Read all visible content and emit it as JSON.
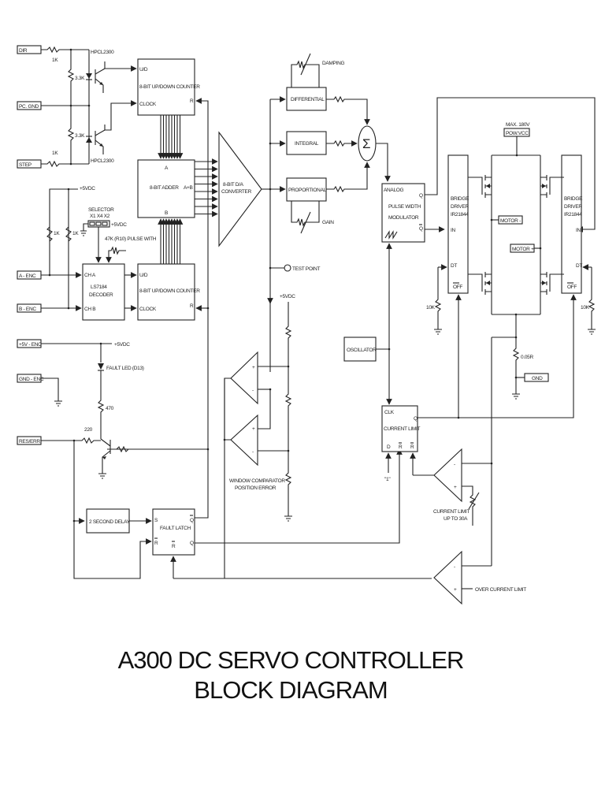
{
  "title": {
    "line1": "A300 DC SERVO CONTROLLER",
    "line2": "BLOCK DIAGRAM"
  },
  "terminals": {
    "dir": "DIR",
    "pc_gnd": "PC. GND",
    "step": "STEP",
    "a_enc": "A - ENC",
    "b_enc": "B - ENC",
    "plus5v_enc": "+5V - ENC",
    "gnd_enc": "GND - ENC",
    "res_err": "RES/ERR",
    "motor_minus": "MOTOR -",
    "motor_plus": "MOTOR +",
    "gnd": "GND",
    "pow_vcc": "POW.VCC"
  },
  "components": {
    "r_dir": "1K",
    "r_step": "1K",
    "r_33k_top": "3.3K",
    "r_33k_bot": "3.3K",
    "opto_top": "HPCL2300",
    "opto_bot": "HPCL2300",
    "r_1k_a": "1K",
    "r_1k_b": "1K",
    "supply_5v": "+5VDC",
    "selector_label": "SELECTOR",
    "selector_opts": "X1  X4  X2",
    "pulse_width": "47K (R10) PULSE WITH",
    "fault_led": "FAULT LED (D13)",
    "r_470": "470",
    "r_220": "220",
    "damping": "DAMPING",
    "gain": "GAIN",
    "test_point": "TEST POINT",
    "window_comp_1": "WINDOW COMPARATOR",
    "window_comp_2": "POSITION ERROR",
    "max_voltage": "MAX. 180V",
    "r_10k_left": "10K",
    "r_10k_right": "10K",
    "r_shunt": "0.05R",
    "one_input": "\"1\"",
    "current_limit_1": "CURRENT LIMIT",
    "current_limit_2": "UP TO 30A",
    "over_current": "OVER CURRENT LIMIT"
  },
  "blocks": {
    "counter_top": {
      "title": "8-BIT UP/DOWN COUNTER",
      "ud": "U/D",
      "clock": "CLOCK",
      "r": "R"
    },
    "adder": {
      "title": "8-BIT ADDER",
      "a": "A",
      "b": "B",
      "sum": "A+B"
    },
    "counter_bot": {
      "title": "8-BIT UP/DOWN COUNTER",
      "ud": "U/D",
      "clock": "CLOCK",
      "r": "R"
    },
    "decoder": {
      "name1": "LS7184",
      "name2": "DECODER",
      "cha": "CH A",
      "chb": "CH B"
    },
    "dac": {
      "line1": "8-BIT D/A",
      "line2": "CONVERTER"
    },
    "differential": "DIFFERENTIAL",
    "integral": "INTEGRAL",
    "proportional": "PROPORTIONAL",
    "summer": "Σ",
    "pwm": {
      "analog": "ANALOG",
      "line1": "PULSE WIDTH",
      "line2": "MODULATOR",
      "q": "Q",
      "qbar": "Q"
    },
    "bridge_left": {
      "l1": "BRIDGE",
      "l2": "DRIVER",
      "l3": "IR21844",
      "in": "IN",
      "dt": "DT",
      "off": "OFF"
    },
    "bridge_right": {
      "l1": "BRIDGE",
      "l2": "DRIVER",
      "l3": "IR21844",
      "in": "IN",
      "dt": "DT",
      "off": "OFF"
    },
    "oscillator": "OSCILLATOR",
    "current_limit": {
      "clk": "CLK",
      "name": "CURRENT LIMIT",
      "q": "Q",
      "d": "D",
      "r1": "R",
      "r2": "R"
    },
    "delay": "2 SECOND DELAY",
    "fault_latch": {
      "name": "FAULT LATCH",
      "s": "S",
      "r": "R",
      "r2": "R",
      "q": "Q",
      "qbar": "Q"
    }
  },
  "comparator_signs": {
    "plus": "+",
    "minus": "-"
  }
}
